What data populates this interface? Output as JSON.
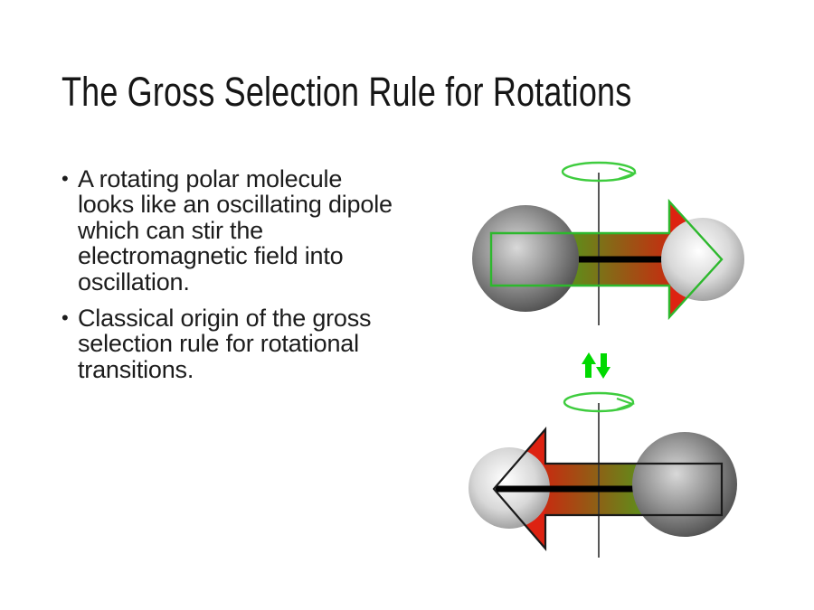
{
  "slide": {
    "title": "The Gross Selection Rule for Rotations",
    "bullet_char": "•",
    "bullets": [
      {
        "text": "A rotating polar molecule\nlooks like an oscillating dipole\nwhich can stir the\nelectromagnetic field into\noscillation."
      },
      {
        "text": "Classical origin of the gross\nselection rule for rotational\ntransitions."
      }
    ]
  },
  "diagram": {
    "transition_symbol": "↑↓",
    "top_molecule": {
      "dipole_arrow_direction": "right"
    },
    "bottom_molecule": {
      "dipole_arrow_direction": "left"
    }
  },
  "colors": {
    "rotation_ring_green": "#3ecc3e",
    "arrow_outline_green": "#2db82d",
    "dipole_green": "#4f9c1c",
    "dipole_red": "#c52d10",
    "arrowhead_red": "#dd2211",
    "transition_arrow_green": "#00d900",
    "outline_black": "#1a1a1a",
    "axis_gray": "#3a3a3a",
    "bond_black": "#000000",
    "sphere_light_hi": "#ffffff",
    "sphere_light_mid": "#d8d8d8",
    "sphere_light_edge": "#909090",
    "sphere_dark_hi": "#d9d9d9",
    "sphere_dark_mid": "#999999",
    "sphere_dark_edge": "#454545"
  }
}
